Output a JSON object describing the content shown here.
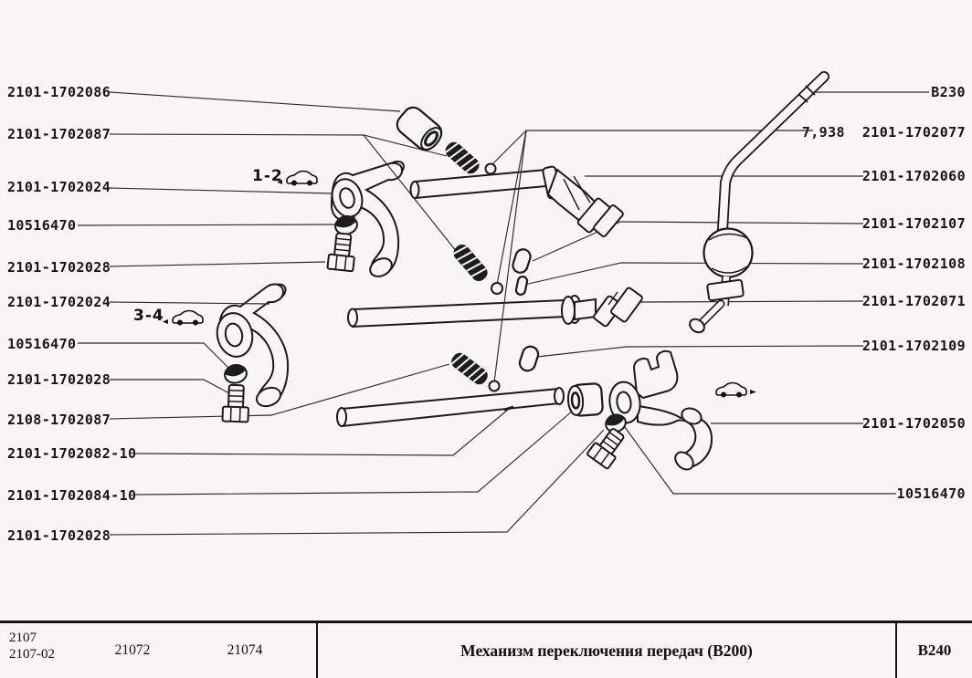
{
  "diagram": {
    "left_labels": [
      "2101-1702086",
      "2101-1702087",
      "2101-1702024",
      "10516470",
      "2101-1702028",
      "2101-1702024",
      "10516470",
      "2101-1702028",
      "2108-1702087",
      "2101-1702082-10",
      "2101-1702084-10",
      "2101-1702028"
    ],
    "right_labels": [
      "В230",
      "7,938  2101-1702077",
      "2101-1702060",
      "2101-1702107",
      "2101-1702108",
      "2101-1702071",
      "2101-1702109",
      "2101-1702050",
      "10516470"
    ],
    "gear_annotations": [
      "1-2",
      "3-4"
    ]
  },
  "footer": {
    "model_col1_line1": "2107",
    "model_col1_line2": "2107-02",
    "model_col2": "21072",
    "model_col3": "21074",
    "title": "Механизм переключения передач (В200)",
    "sheet_code": "В240"
  },
  "colors": {
    "background": "#f7f6f3",
    "ink": "#1a1a1a"
  }
}
